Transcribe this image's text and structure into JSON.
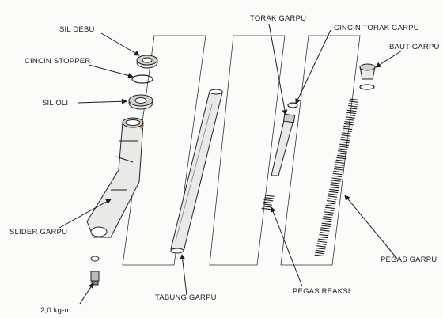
{
  "title": "",
  "labels": {
    "sil_debu": "SIL DEBU",
    "cincin_stopper": "CINCIN STOPPER",
    "sil_oli": "SIL OLI",
    "slider_garpu": "SLIDER GARPU",
    "torque": "2,0 kg-m",
    "tabung_garpu": "TABUNG GARPU",
    "torak_garpu": "TORAK GARPU",
    "cincin_torak_garpu": "CINCIN TORAK GARPU",
    "baut_garpu": "BAUT GARPU",
    "pegas_garpu": "PEGAS GARPU",
    "pegas_reaksi": "PEGAS REAKSI"
  },
  "colors": {
    "ink": "#1d1d1d",
    "background": "#fbfbfa",
    "accent": "#d48a3a"
  }
}
